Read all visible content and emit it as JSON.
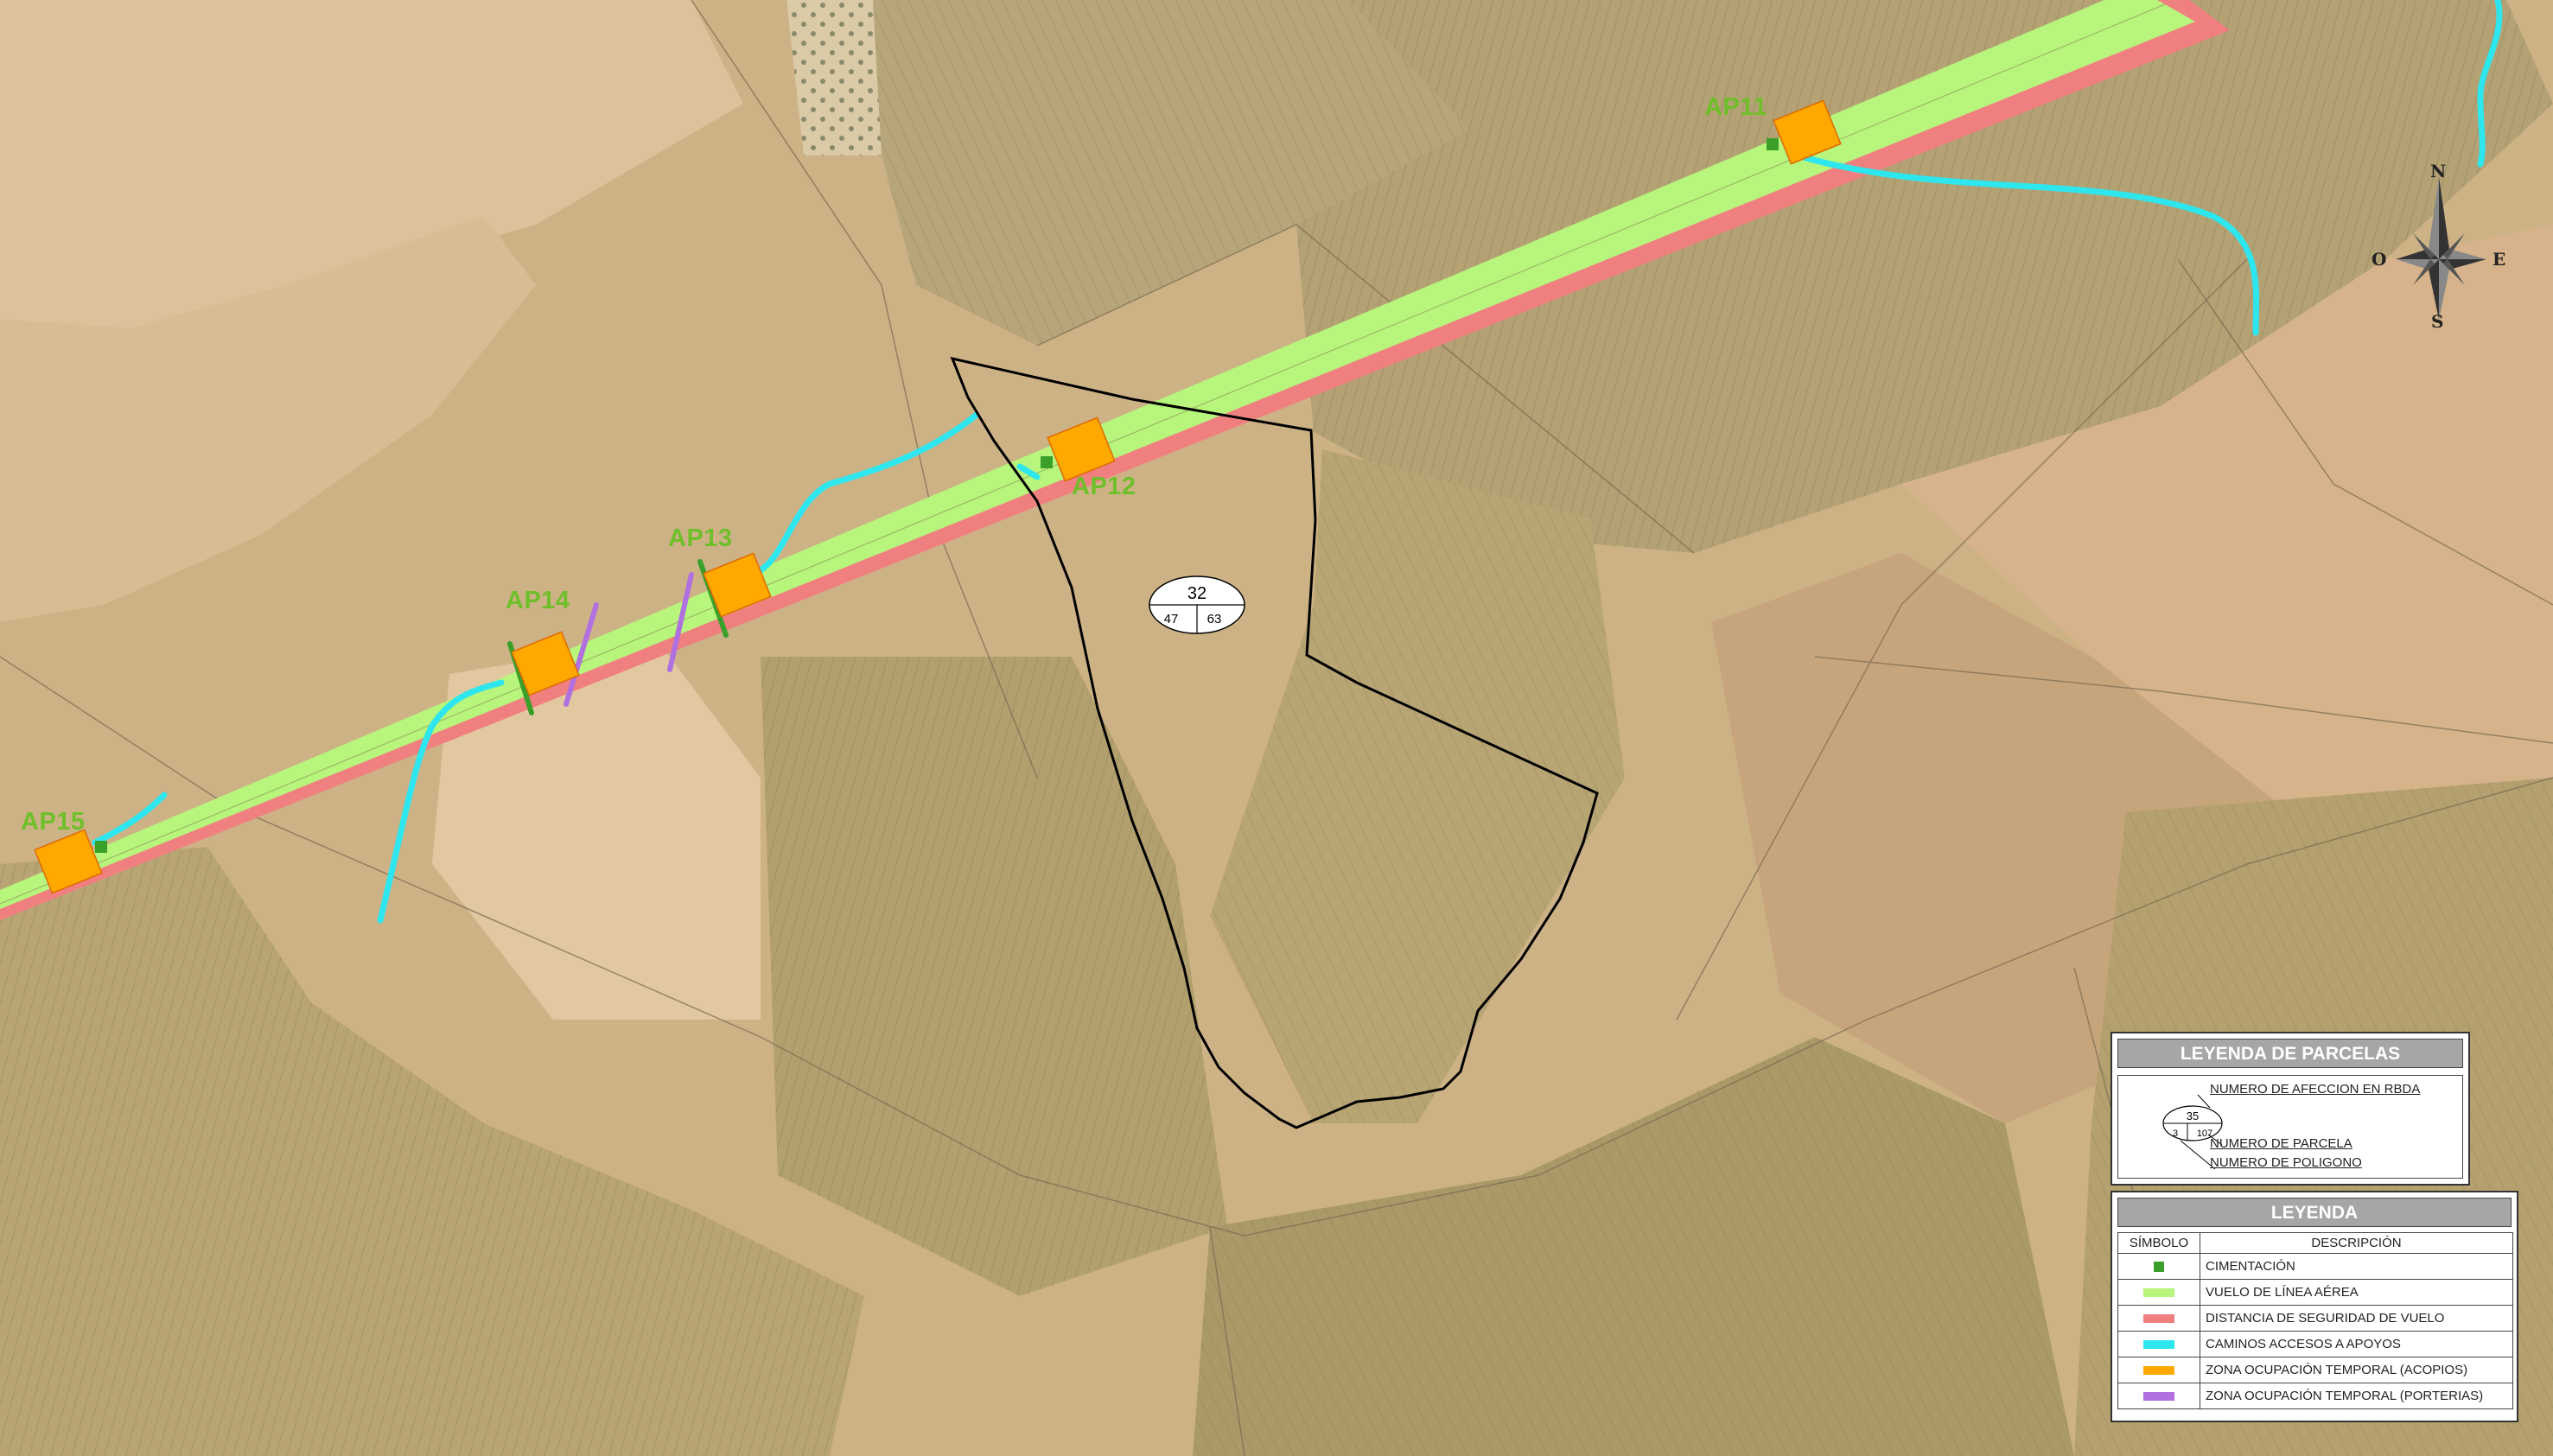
{
  "supports": [
    {
      "label": "AP11"
    },
    {
      "label": "AP12"
    },
    {
      "label": "AP13"
    },
    {
      "label": "AP14"
    },
    {
      "label": "AP15"
    }
  ],
  "parcel_tag": {
    "affection": "32",
    "polygon": "47",
    "parcel": "63"
  },
  "compass": {
    "north": "N",
    "south": "S",
    "east": "E",
    "west": "O"
  },
  "parcel_legend": {
    "title": "LEYENDA DE PARCELAS",
    "affection_label": "NUMERO DE AFECCION EN RBDA",
    "parcel_label": "NUMERO DE PARCELA",
    "polygon_label": "NUMERO DE POLIGONO",
    "example": {
      "affection": "35",
      "polygon": "3",
      "parcel": "107"
    }
  },
  "legend": {
    "title": "LEYENDA",
    "col_symbol": "SÍMBOLO",
    "col_description": "DESCRIPCIÓN",
    "items": [
      {
        "label": "CIMENTACIÓN",
        "color": "#3aa02a",
        "shape": "square"
      },
      {
        "label": "VUELO DE LÍNEA AÉREA",
        "color": "#b7f57c",
        "shape": "bar"
      },
      {
        "label": "DISTANCIA DE SEGURIDAD DE VUELO",
        "color": "#f08080",
        "shape": "bar"
      },
      {
        "label": "CAMINOS ACCESOS A APOYOS",
        "color": "#2ee6ee",
        "shape": "bar"
      },
      {
        "label": "ZONA OCUPACIÓN TEMPORAL (ACOPIOS)",
        "color": "#ffa800",
        "shape": "bar"
      },
      {
        "label": "ZONA OCUPACIÓN TEMPORAL (PORTERIAS)",
        "color": "#b070e0",
        "shape": "bar"
      }
    ]
  },
  "colors": {
    "corridor": "#b7f57c",
    "safety": "#f08080",
    "access": "#2ee6ee",
    "stockpile": "#ffa800",
    "gantry": "#b070e0",
    "foundation": "#3aa02a",
    "boundary": "#000000"
  }
}
